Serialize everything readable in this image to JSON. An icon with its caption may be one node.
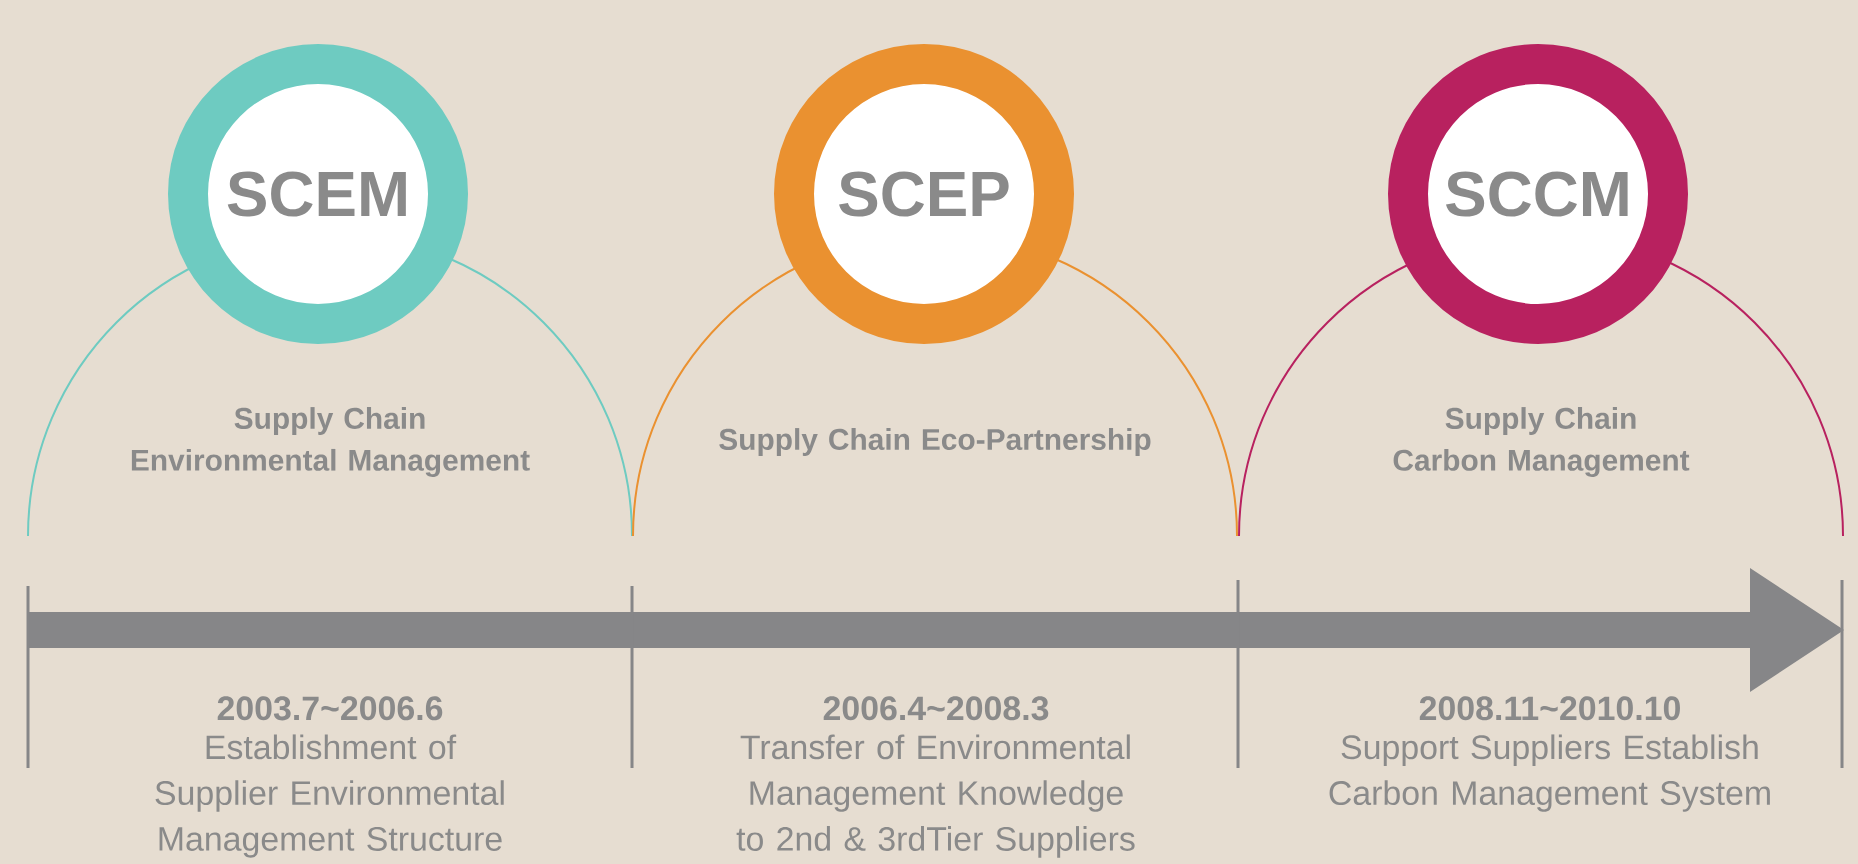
{
  "diagram": {
    "nodes": [
      {
        "text": [
          "SCEM"
        ]
      },
      {
        "text": [
          "SCEP"
        ]
      },
      {
        "text": [
          "SCCM"
        ]
      },
      {
        "text": [
          "Supply Chain Environmental Management"
        ]
      },
      {
        "text": [
          "Supply Chain Eco-Partnership"
        ]
      },
      {
        "text": [
          "Supply Chain Carbon Management"
        ]
      }
    ],
    "labels": [
      "2003.7~2006.6",
      "2006.4~2008.3",
      "2008.11~2010.10",
      "Establishment of Supplier Environmental Management Structure",
      "Transfer of Environmental Management Knowledge to 2nd & 3rdTier Suppliers",
      "Support Suppliers Establish Carbon Management System"
    ]
  }
}
